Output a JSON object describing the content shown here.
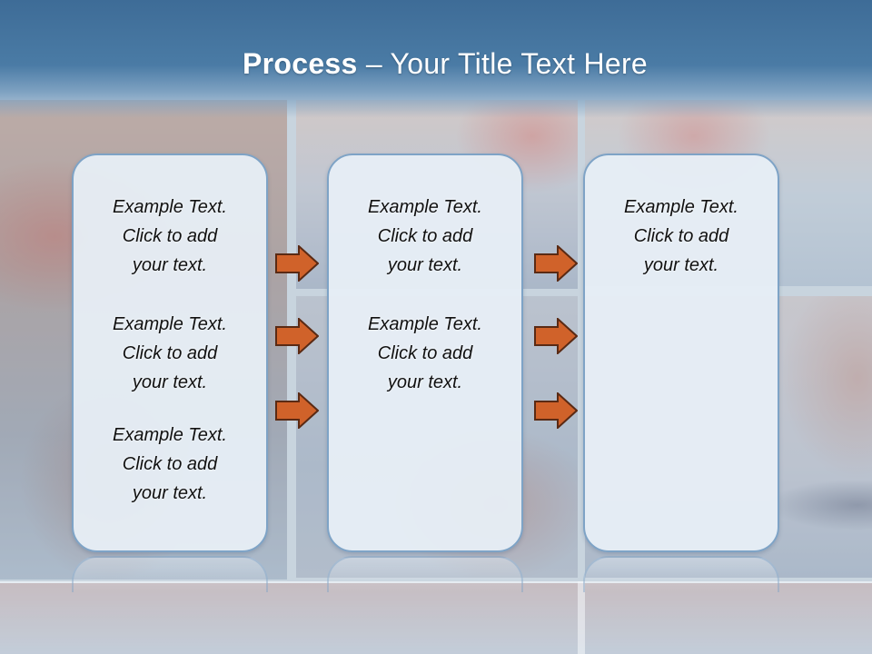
{
  "title": {
    "bold": "Process",
    "rest": " – Your Title Text Here"
  },
  "columns": [
    {
      "blocks": [
        [
          "Example Text.",
          "Click  to add",
          "your text."
        ],
        [
          "Example Text.",
          "Click  to add",
          "your text."
        ],
        [
          "Example Text.",
          "Click  to add",
          "your text."
        ]
      ]
    },
    {
      "blocks": [
        [
          "Example Text.",
          "Click  to add",
          "your text."
        ],
        [
          "Example Text.",
          "Click  to add",
          "your text."
        ]
      ]
    },
    {
      "blocks": [
        [
          "Example Text.",
          "Click  to add",
          "your text."
        ]
      ]
    }
  ],
  "colors": {
    "title_bar": "#3e6c97",
    "box_fill": "#e7eef6",
    "box_border": "#7ea3c6",
    "arrow_fill": "#d0622a",
    "arrow_stroke": "#5a2a14"
  },
  "icons": [
    "right-arrow-icon"
  ]
}
